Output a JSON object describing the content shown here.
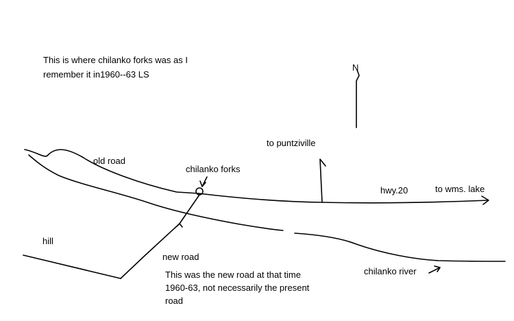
{
  "note_top": {
    "line1": "This is where chilanko forks was as I",
    "line2": "remember it in1960--63  LS"
  },
  "north": "N",
  "labels": {
    "to_puntziville": "to puntziville",
    "old_road": "old road",
    "chilanko_forks": "chilanko forks",
    "hwy": "hwy.20",
    "to_wms_lake": "to wms. lake",
    "hill": "hill",
    "new_road": "new road",
    "chilanko_river": "chilanko river"
  },
  "note_bottom": {
    "line1": "This was the new road at that time",
    "line2": "1960-63, not necessarily the present",
    "line3": "road"
  }
}
